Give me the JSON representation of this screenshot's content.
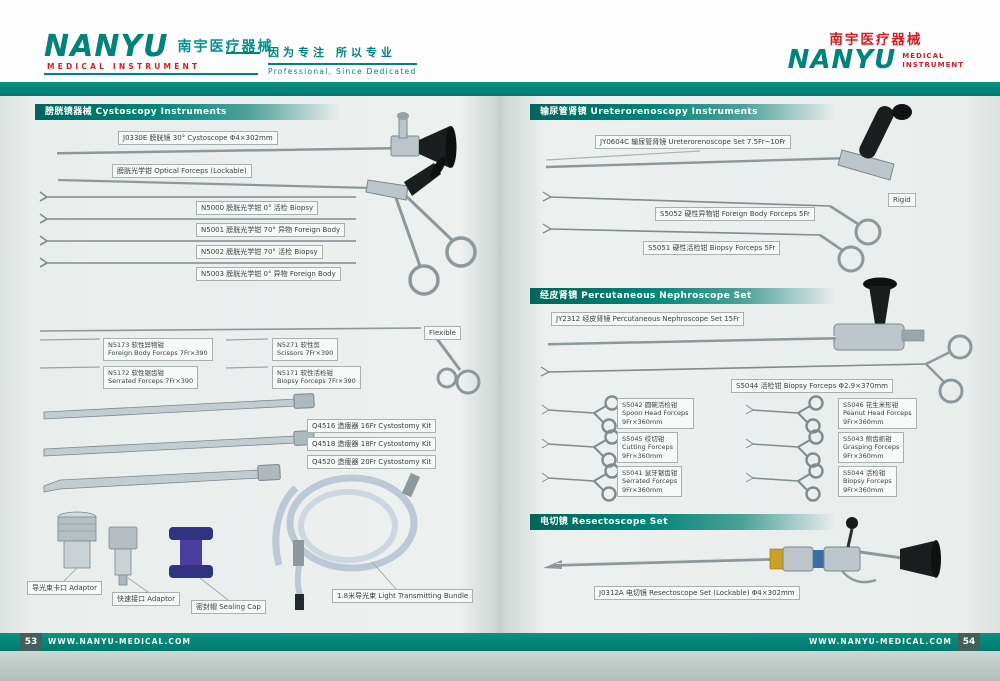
{
  "accent": {
    "teal": "#00837a",
    "red": "#d01f26"
  },
  "header": {
    "brand": "NANYU",
    "brand_cn": "南宇医疗器械",
    "brand_sub": "MEDICAL  INSTRUMENT",
    "slogan_cn": "因为专注 所以专业",
    "slogan_en": "Professional, Since Dedicated",
    "right_cn": "南宇医疗器械",
    "right_brand": "NANYU",
    "right_sub1": "MEDICAL",
    "right_sub2": "INSTRUMENT"
  },
  "left_page": {
    "cysto": {
      "title": "膀胱镜器械  Cystoscopy Instruments",
      "labels": {
        "scope": "J0330E 膀胱镜 30°  Cystoscope  Φ4×302mm",
        "optical": "膀胱光学钳 Optical Forceps (Lockable)",
        "n5000": "N5000 膀胱光学钳 0°  活检 Biopsy",
        "n5001": "N5001 膀胱光学钳 70°  异物 Foreign Body",
        "n5002": "N5002 膀胱光学钳 70°  活检 Biopsy",
        "n5003": "N5003 膀胱光学钳 0°  异物 Foreign Body",
        "flexible_tag": "Flexible",
        "n5173": "N5173 软性异物钳\nForeign Body Forceps 7Fr×390",
        "n5271": "N5271 软性剪\nScissors 7Fr×390",
        "n5172": "N5172 软性锯齿钳\nSerrated Forceps 7Fr×390",
        "n5171": "N5171 软性活检钳\nBiopsy Forceps 7Fr×390",
        "q4516": "Q4516 造瘘器 16Fr Cystostomy Kit",
        "q4518": "Q4518 造瘘器 18Fr Cystostomy Kit",
        "q4520": "Q4520 造瘘器 20Fr Cystostomy Kit",
        "adaptor1": "导光束卡口 Adaptor",
        "adaptor2": "快速接口 Adaptor",
        "sealing_cap": "密封帽 Sealing Cap",
        "light_bundle": "1.8米导光束  Light Transmitting Bundle"
      }
    }
  },
  "right_page": {
    "uretero": {
      "title": "输尿管肾镜  Ureterorenoscopy Instruments",
      "labels": {
        "set": "JY0604C 输尿管肾镜 Ureterorenoscope Set 7.5Fr~10Fr",
        "rigid_tag": "Rigid",
        "s5052": "S5052 硬性异物钳 Foreign Body Forceps 5Fr",
        "s5051": "S5051 硬性活检钳 Biopsy Forceps 5Fr"
      }
    },
    "nephro": {
      "title": "经皮肾镜  Percutaneous Nephroscope Set",
      "labels": {
        "set": "JY2312 经皮肾镜 Percutaneous Nephroscope Set 15Fr",
        "s5044_long": "S5044 活检钳 Biopsy Forceps  Φ2.9×370mm",
        "s5042": "S5042 圆碗活检钳\nSpoon Head Forceps\n9Fr×360mm",
        "s5046": "S5046 花生米形钳\nPeanut Head Forceps\n9Fr×360mm",
        "s5045": "S5045 绞切钳\nCutting Forceps\n9Fr×360mm",
        "s5043": "S5043 侧齿抓钳\nGrasping Forceps\n9Fr×360mm",
        "s5041": "S5041 鼠牙锯齿钳\nSerrated Forceps\n9Fr×360mm",
        "s5044": "S5044 活检钳\nBiopsy Forceps\n9Fr×360mm"
      }
    },
    "resecto": {
      "title": "电切镜  Resectoscope Set",
      "labels": {
        "set": "J0312A 电切镜 Resectoscope Set (Lockable)  Φ4×302mm"
      }
    }
  },
  "footer": {
    "left_num": "53",
    "left_url": "WWW.NANYU-MEDICAL.COM",
    "right_url": "WWW.NANYU-MEDICAL.COM",
    "right_num": "54"
  }
}
